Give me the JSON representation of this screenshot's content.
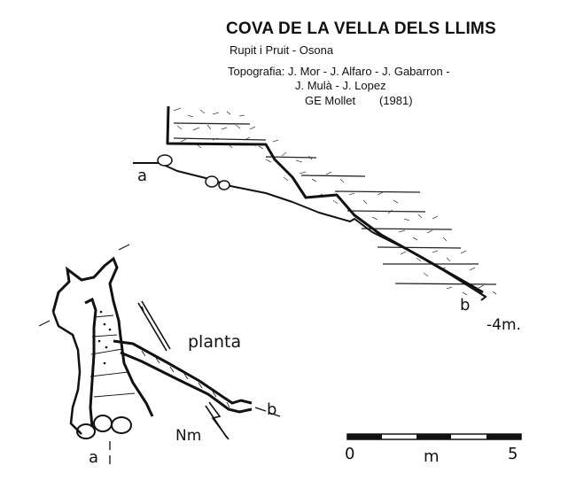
{
  "header": {
    "title": "COVA DE LA VELLA DELS LLIMS",
    "location": "Rupit i Pruit - Osona",
    "authors_line1": "Topografia: J. Mor - J. Alfaro - J. Gabarron -",
    "authors_line2": "J. Mulà - J. Lopez",
    "club": "GE Mollet",
    "year": "(1981)"
  },
  "section": {
    "entrance_label": "a",
    "end_label": "b",
    "depth_label": "-4m."
  },
  "plan": {
    "title": "planta",
    "end_label": "b",
    "entrance_label": "a",
    "north_label": "Nm"
  },
  "scale_bar": {
    "start_label": "0",
    "unit_label": "m",
    "end_label": "5",
    "segments": 5
  }
}
